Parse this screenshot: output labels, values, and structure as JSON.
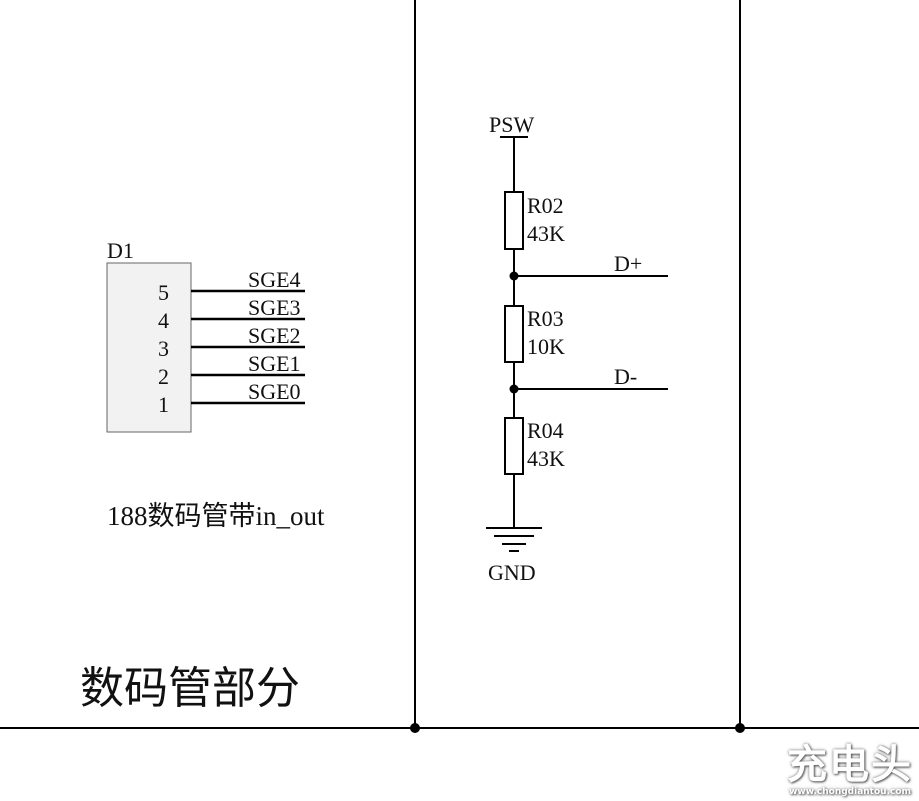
{
  "connector": {
    "ref": "D1",
    "pins": [
      {
        "number": "5",
        "net": "SGE4"
      },
      {
        "number": "4",
        "net": "SGE3"
      },
      {
        "number": "3",
        "net": "SGE2"
      },
      {
        "number": "2",
        "net": "SGE1"
      },
      {
        "number": "1",
        "net": "SGE0"
      }
    ],
    "note": "188数码管带in_out"
  },
  "section_title": "数码管部分",
  "divider": {
    "power_label": "PSW",
    "resistors": [
      {
        "ref": "R02",
        "value": "43K"
      },
      {
        "ref": "R03",
        "value": "10K"
      },
      {
        "ref": "R04",
        "value": "43K"
      }
    ],
    "outputs": [
      "D+",
      "D-"
    ],
    "ground_label": "GND"
  },
  "watermark": {
    "logo": "充电头",
    "url": "www.chongdiantou.com"
  }
}
